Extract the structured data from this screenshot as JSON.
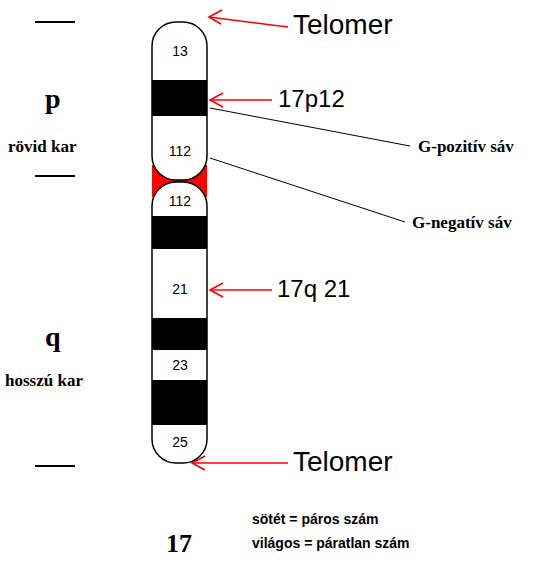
{
  "diagram": {
    "nodes": [
      {
        "text": [
          "13"
        ]
      },
      {
        "text": [
          "112"
        ]
      },
      {
        "text": [
          "112"
        ]
      },
      {
        "text": [
          "21"
        ]
      },
      {
        "text": [
          "23"
        ]
      },
      {
        "text": [
          "25"
        ]
      }
    ],
    "labels": [
      "Telomer",
      "p",
      "17p12",
      "rövid kar",
      "G-pozitív sáv",
      "G-negatív sáv",
      "17q 21",
      "q",
      "hosszú kar",
      "Telomer",
      "sötét = páros szám",
      "17",
      "világos = páratlan szám"
    ]
  }
}
